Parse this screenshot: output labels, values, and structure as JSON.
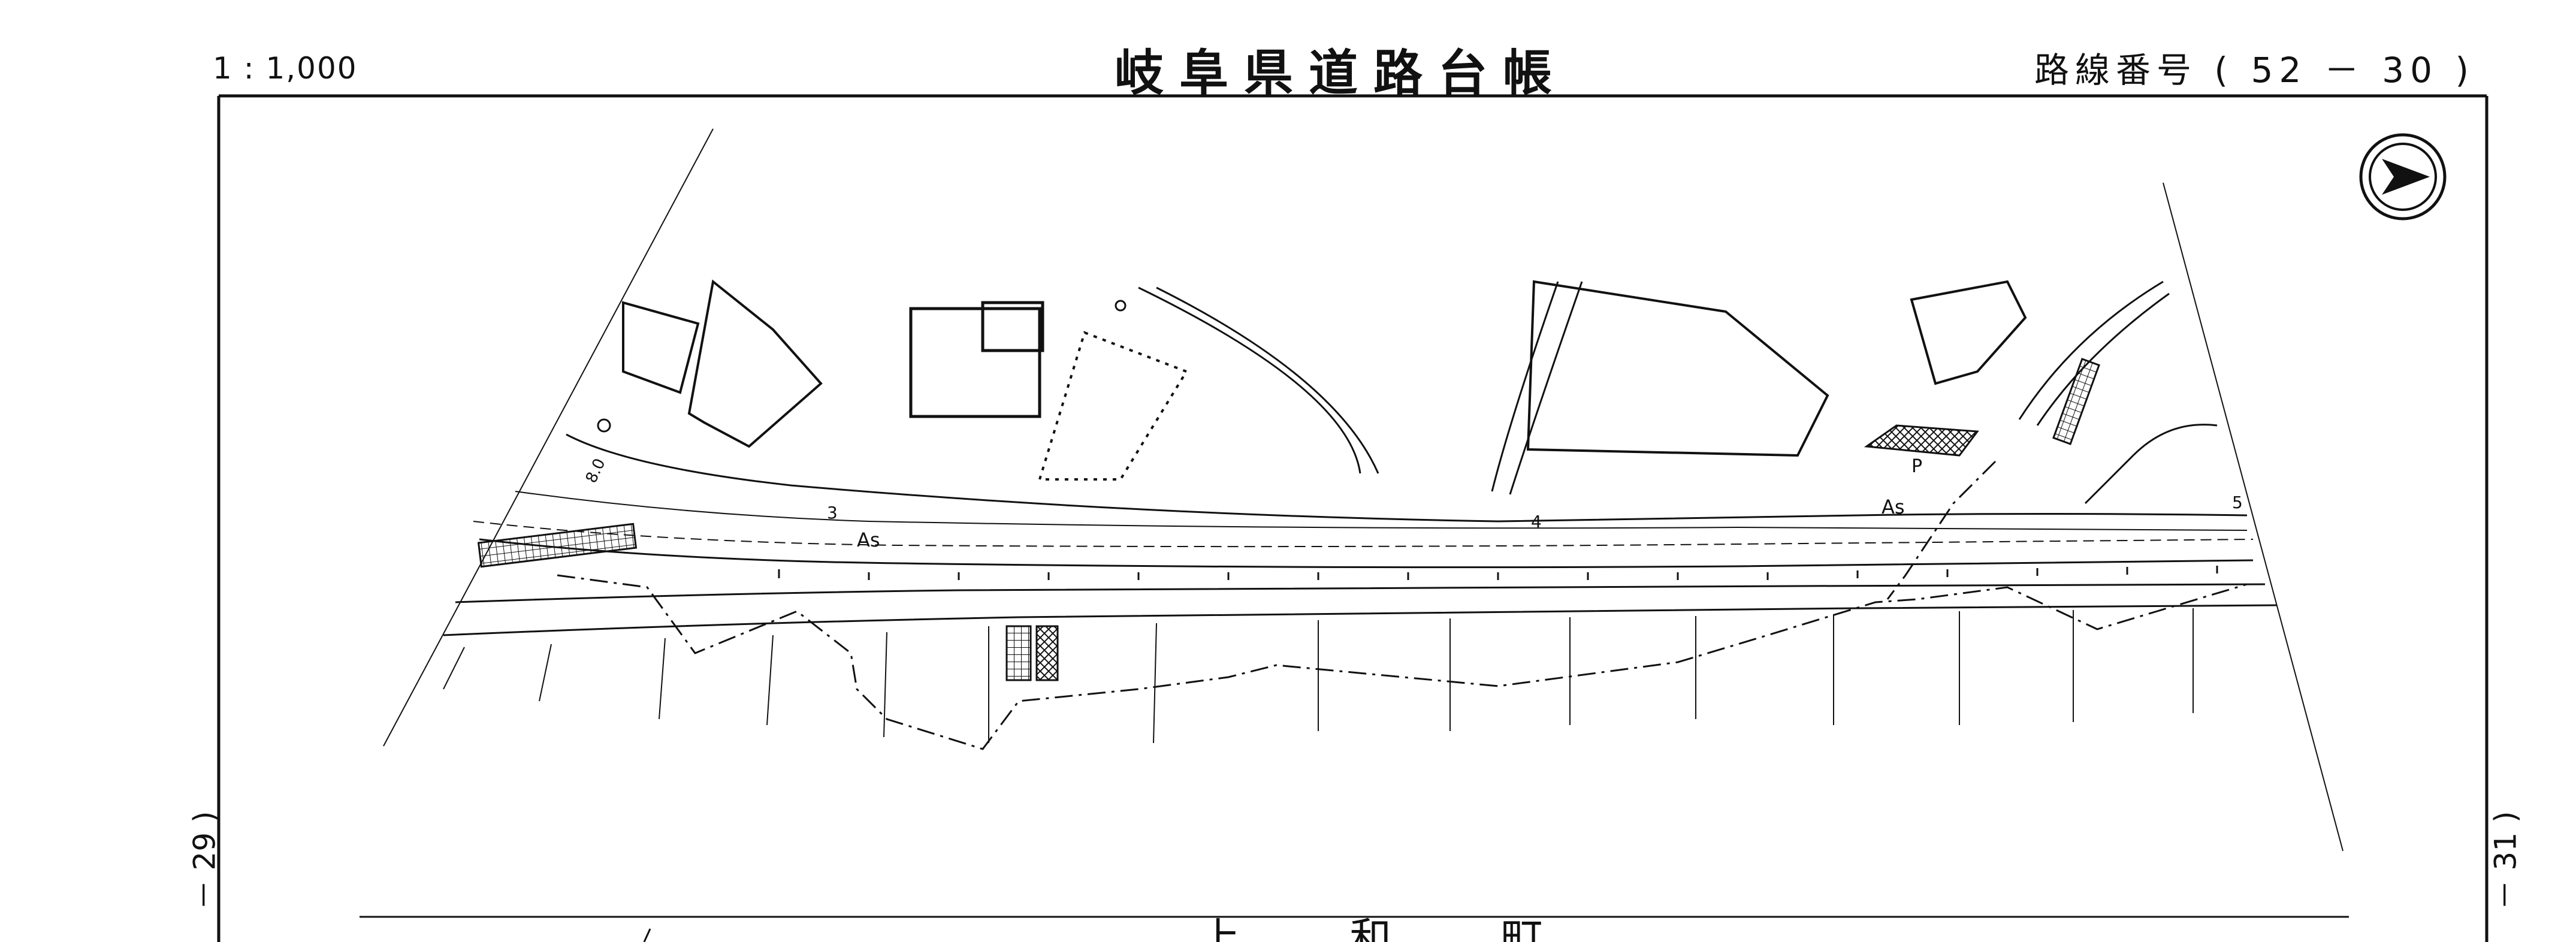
{
  "header": {
    "scale": "1 : 1,000",
    "title": "岐阜県道路台帳",
    "route_number": "路線番号 ( 52 － 30 )"
  },
  "page_refs": {
    "previous": "－ 29 )",
    "next": "－ 31 )"
  },
  "map": {
    "station_labels": [
      "3",
      "4",
      "5"
    ],
    "surface_labels": [
      "As",
      "As"
    ],
    "parking_label": "P",
    "width_label": "8.0",
    "north_arrow": "north-arrow-icon",
    "bottom_place_name": "上 和 町"
  },
  "colors": {
    "line": "#111111",
    "background": "#ffffff"
  }
}
